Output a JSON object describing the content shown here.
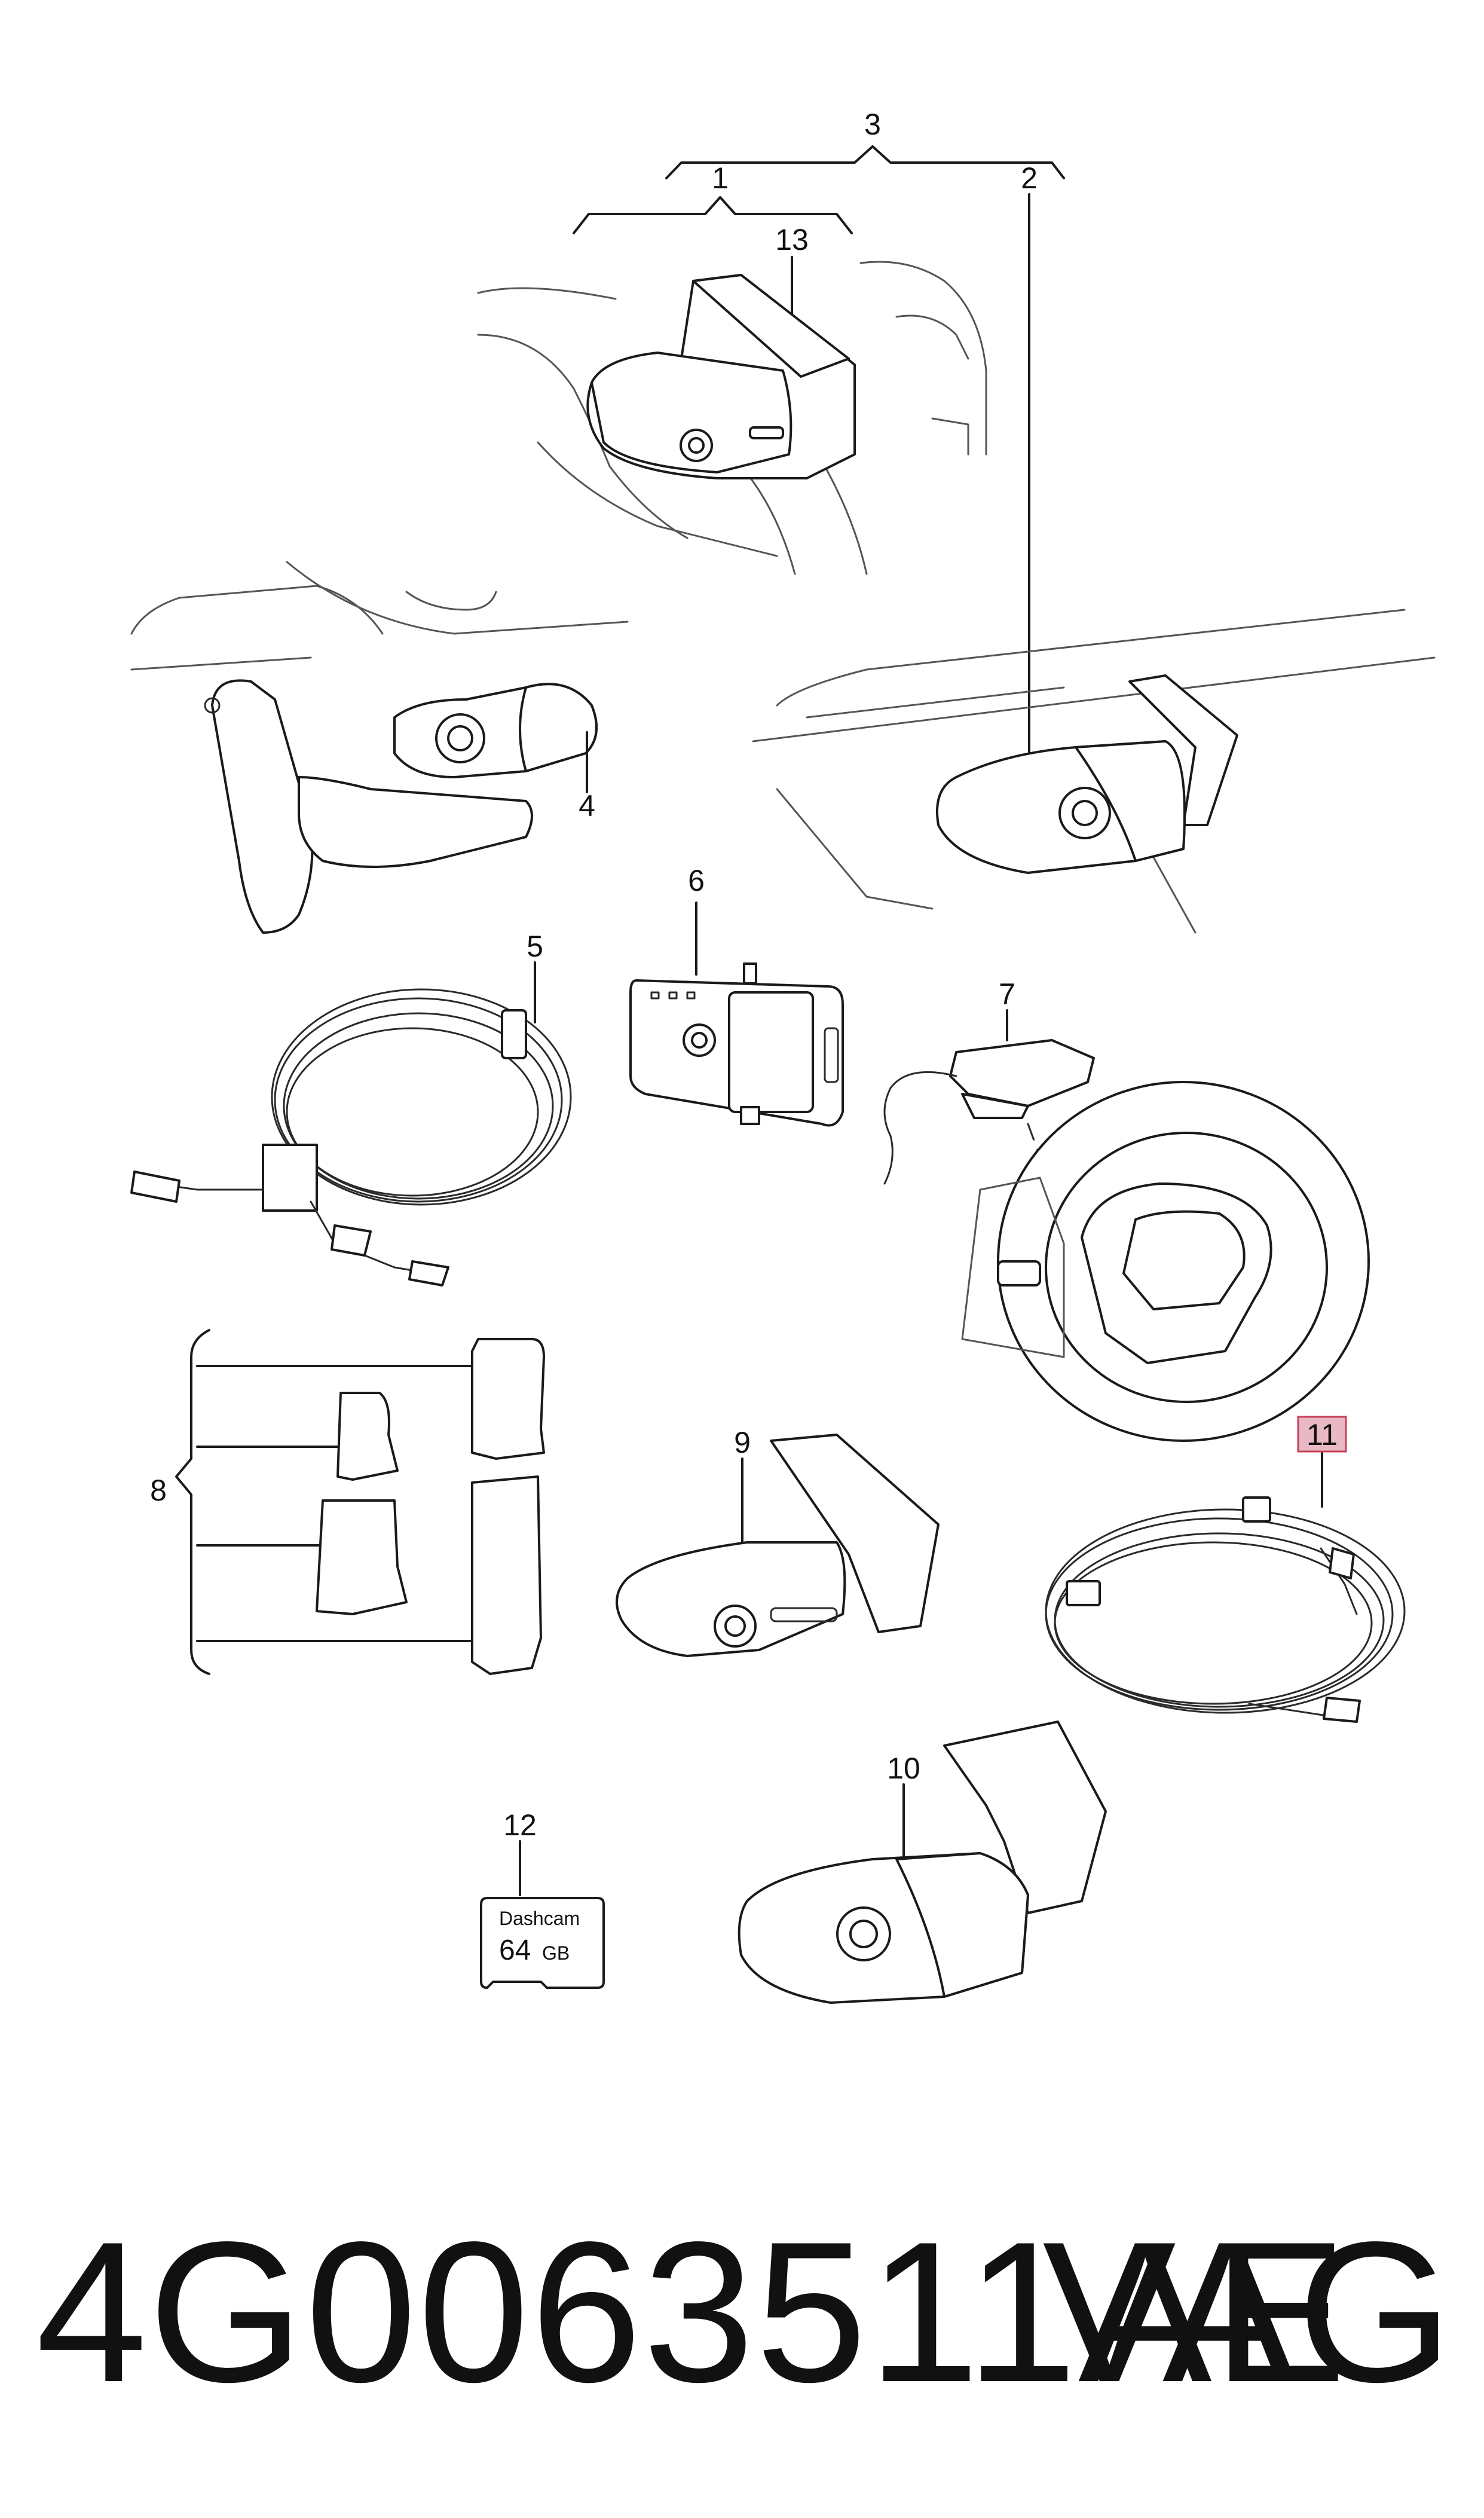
{
  "callouts": {
    "c1": "1",
    "c2": "2",
    "c3": "3",
    "c4": "4",
    "c5": "5",
    "c6": "6",
    "c7": "7",
    "c8": "8",
    "c9": "9",
    "c10": "10",
    "c11": "11",
    "c12": "12",
    "c13": "13"
  },
  "highlight_color": "#e8b8c4",
  "sd_card": {
    "brand": "Dashcam",
    "capacity": "64",
    "unit": "GB"
  },
  "footer": {
    "part_number": "4G0063511AE",
    "brand": "VAG"
  }
}
